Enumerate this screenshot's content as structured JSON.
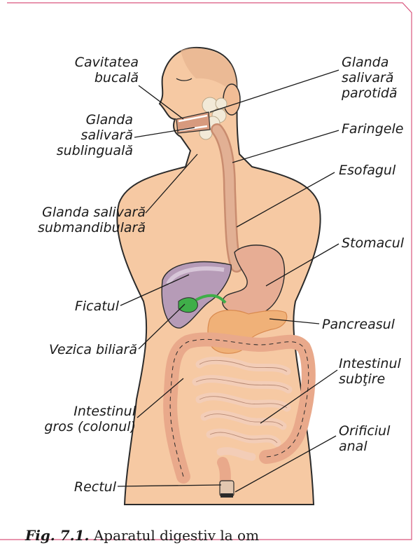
{
  "labels": {
    "cavitatea_bucala": [
      "Cavitatea",
      "bucală"
    ],
    "glanda_parotida": [
      "Glanda",
      "salivară",
      "parotidă"
    ],
    "glanda_sublinguala": [
      "Glanda",
      "salivară",
      "sublinguală"
    ],
    "faringele": "Faringele",
    "esofagul": "Esofagul",
    "glanda_submandibulara": [
      "Glanda salivară",
      "submandibulară"
    ],
    "stomacul": "Stomacul",
    "ficatul": "Ficatul",
    "pancreasul": "Pancreasul",
    "vezica_biliara": "Vezica biliară",
    "intestinul_subtire": [
      "Intestinul",
      "subţire"
    ],
    "intestinul_gros": [
      "Intestinul",
      "gros (colonul)"
    ],
    "orificiul_anal": [
      "Orificiul",
      "anal"
    ],
    "rectul": "Rectul"
  },
  "caption": {
    "number": "Fig. 7.1.",
    "text": " Aparatul digestiv la om"
  },
  "colors": {
    "skin": "#f6c9a3",
    "skin_outline": "#2b2b2b",
    "liver": "#b69bb7",
    "stomach": "#e7ad94",
    "pancreas": "#f0b178",
    "gall": "#3fae49",
    "frame": "#d9567d"
  }
}
